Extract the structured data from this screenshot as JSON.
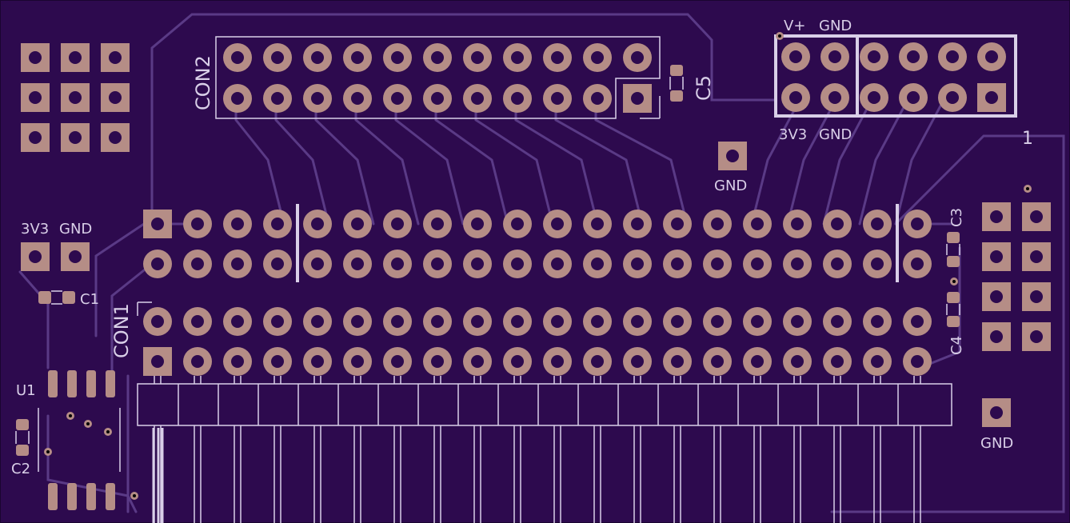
{
  "colors": {
    "board": "#2d0a4e",
    "board_edge": "#1a0530",
    "trace": "#5a3a86",
    "pad": "#b58d86",
    "drill": "#2d0a4e",
    "silk": "#d9cfe8"
  },
  "labels": {
    "con2": "CON2",
    "c5": "C5",
    "con1": "CON1",
    "u1": "U1",
    "c1": "C1",
    "c2": "C2",
    "c3": "C3",
    "c4": "C4",
    "vplus_top": "V+",
    "gnd_top": "GND",
    "v3v3_hdr": "3V3",
    "gnd_hdr": "GND",
    "pin1": "1",
    "gnd_mid": "GND",
    "v3v3_left": "3V3",
    "gnd_left": "GND",
    "gnd_br": "GND"
  }
}
